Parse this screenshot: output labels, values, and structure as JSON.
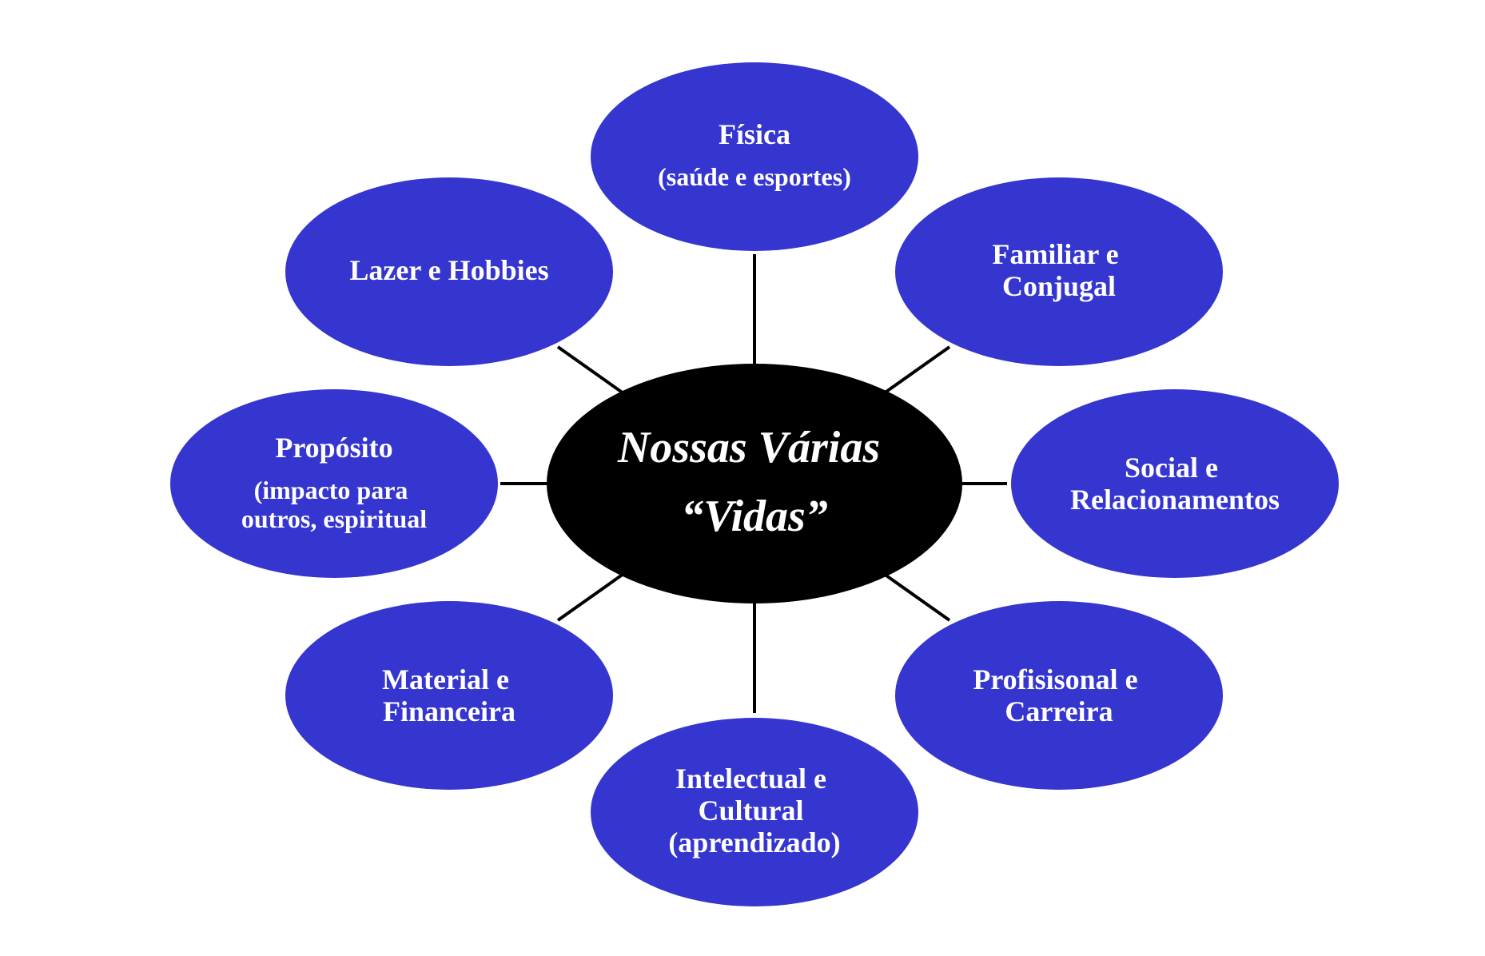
{
  "colors": {
    "node_fill": "#3535cf",
    "center_fill": "#000000",
    "text": "#ffffff",
    "connector": "#000000"
  },
  "center": {
    "lines": [
      "Nossas Várias",
      "“Vidas”"
    ]
  },
  "nodes": [
    {
      "id": "fisica",
      "lines": [
        "Física",
        "(saúde e esportes)"
      ]
    },
    {
      "id": "familiar",
      "lines": [
        "Familiar e",
        "Conjugal"
      ]
    },
    {
      "id": "social",
      "lines": [
        "Social e",
        "Relacionamentos"
      ]
    },
    {
      "id": "profissional",
      "lines": [
        "Profisisonal e",
        "Carreira"
      ]
    },
    {
      "id": "intelectual",
      "lines": [
        "Intelectual e",
        "Cultural",
        "(aprendizado)"
      ]
    },
    {
      "id": "material",
      "lines": [
        "Material e",
        "Financeira"
      ]
    },
    {
      "id": "proposito",
      "lines": [
        "Propósito",
        "(impacto para",
        "outros, espiritual"
      ]
    },
    {
      "id": "lazer",
      "lines": [
        "Lazer e Hobbies"
      ]
    }
  ]
}
